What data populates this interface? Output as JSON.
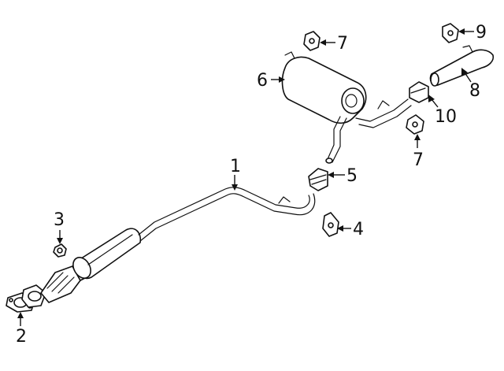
{
  "callouts": [
    {
      "id": "1",
      "label": "1"
    },
    {
      "id": "2",
      "label": "2"
    },
    {
      "id": "3",
      "label": "3"
    },
    {
      "id": "4",
      "label": "4"
    },
    {
      "id": "5",
      "label": "5"
    },
    {
      "id": "6",
      "label": "6"
    },
    {
      "id": "7a",
      "label": "7"
    },
    {
      "id": "7b",
      "label": "7"
    },
    {
      "id": "8",
      "label": "8"
    },
    {
      "id": "9",
      "label": "9"
    },
    {
      "id": "10",
      "label": "10"
    }
  ],
  "colors": {
    "line": "#111111",
    "background": "#ffffff"
  }
}
